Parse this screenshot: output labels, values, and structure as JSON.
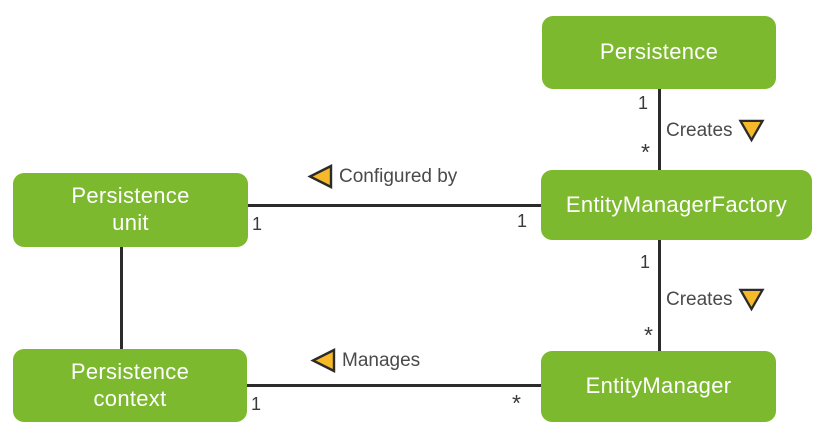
{
  "diagram": {
    "type": "uml-class-relationship",
    "colors": {
      "node_fill": "#7cb92e",
      "node_text": "#ffffff",
      "arrow_fill": "#f5b929",
      "line": "#2b2b2b",
      "label_text": "#4a4a4a"
    },
    "nodes": {
      "persistence": {
        "label": "Persistence"
      },
      "entity_manager_factory": {
        "label": "EntityManagerFactory"
      },
      "persistence_unit": {
        "label": "Persistence unit"
      },
      "persistence_context": {
        "label": "Persistence context"
      },
      "entity_manager": {
        "label": "EntityManager"
      }
    },
    "edges": {
      "persistence_creates_factory": {
        "label": "Creates",
        "arrow_direction": "down",
        "top_multiplicity": "1",
        "bottom_multiplicity": "*"
      },
      "factory_creates_manager": {
        "label": "Creates",
        "arrow_direction": "down",
        "top_multiplicity": "1",
        "bottom_multiplicity": "*"
      },
      "factory_configured_by_unit": {
        "label": "Configured by",
        "arrow_direction": "left",
        "left_multiplicity": "1",
        "right_multiplicity": "1"
      },
      "manager_manages_context": {
        "label": "Manages",
        "arrow_direction": "left",
        "left_multiplicity": "1",
        "right_multiplicity": "*"
      },
      "unit_context_link": {
        "label": ""
      }
    }
  }
}
